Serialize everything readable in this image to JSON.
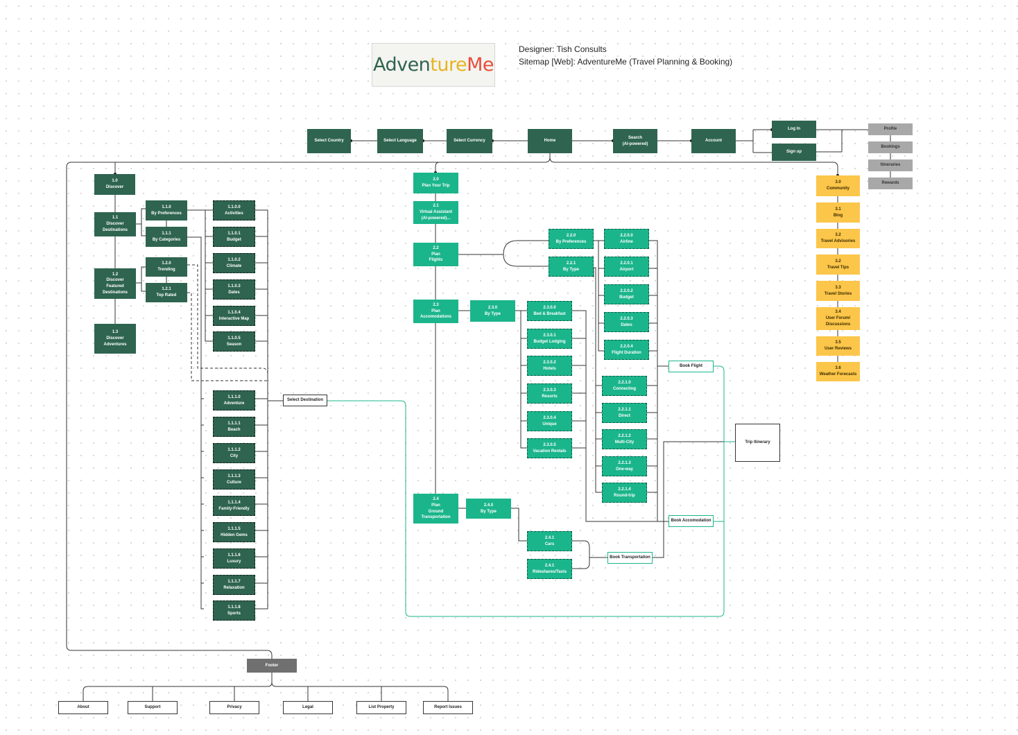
{
  "header": {
    "logo": {
      "part1": "Adven",
      "part2": "ture",
      "part3": "Me"
    },
    "designer": "Designer: Tish Consults",
    "sitemap": "Sitemap [Web]: AdventureMe (Travel Planning & Booking)"
  },
  "colors": {
    "dark_green": "#2e6450",
    "teal": "#1bb58b",
    "yellow": "#fcc64a",
    "gray": "#a8a8a8",
    "footer_gray": "#707070"
  },
  "nodes": {
    "select_country": [
      "Select Country"
    ],
    "select_language": [
      "Select Language"
    ],
    "select_currency": [
      "Select Currency"
    ],
    "home": [
      "Home"
    ],
    "search": [
      "Search",
      "(AI-powered)"
    ],
    "account": [
      "Account"
    ],
    "log_in": [
      "Log In"
    ],
    "sign_up": [
      "Sign up"
    ],
    "profile": [
      "Profile"
    ],
    "bookings": [
      "Bookings"
    ],
    "itineraries": [
      "Itineraries"
    ],
    "rewards": [
      "Rewards"
    ],
    "n1_0": [
      "1.0",
      "Discover"
    ],
    "n1_1": [
      "1.1",
      "Discover",
      "Destinations"
    ],
    "n1_2": [
      "1.2",
      "Discover",
      "Featured",
      "Destinations"
    ],
    "n1_3": [
      "1.3",
      "Discover",
      "Adventures"
    ],
    "n1_1_0": [
      "1.1.0",
      "By Preferences"
    ],
    "n1_1_1": [
      "1.1.1",
      "By Categories"
    ],
    "n1_2_0": [
      "1.2.0",
      "Trending"
    ],
    "n1_2_1": [
      "1.2.1",
      "Top Rated"
    ],
    "n1_1_0_0": [
      "1.1.0.0",
      "Activities"
    ],
    "n1_1_0_1": [
      "1.1.0.1",
      "Budget"
    ],
    "n1_1_0_2": [
      "1.1.0.2",
      "Climate"
    ],
    "n1_1_0_3": [
      "1.1.0.3",
      "Dates"
    ],
    "n1_1_0_4": [
      "1.1.0.4",
      "Interactive Map"
    ],
    "n1_1_0_5": [
      "1.1.0.5",
      "Season"
    ],
    "n1_1_1_0": [
      "1.1.1.0",
      "Adventure"
    ],
    "n1_1_1_1": [
      "1.1.1.1",
      "Beach"
    ],
    "n1_1_1_2": [
      "1.1.1.2",
      "City"
    ],
    "n1_1_1_3": [
      "1.1.1.3",
      "Culture"
    ],
    "n1_1_1_4": [
      "1.1.1.4",
      "Family-Friendly"
    ],
    "n1_1_1_5": [
      "1.1.1.5",
      "Hidden Gems"
    ],
    "n1_1_1_6": [
      "1.1.1.6",
      "Luxury"
    ],
    "n1_1_1_7": [
      "1.1.1.7",
      "Relaxation"
    ],
    "n1_1_1_8": [
      "1.1.1.8",
      "Sports"
    ],
    "select_destination": [
      "Select  Destination"
    ],
    "n2_0": [
      "2.0",
      "Plan Your Trip"
    ],
    "n2_1": [
      "2.1",
      "Virtual Assistant",
      "(AI-powered)..."
    ],
    "n2_2": [
      "2.2",
      "Plan",
      "Flights"
    ],
    "n2_3": [
      "2.3",
      "Plan",
      "Accomodations"
    ],
    "n2_4": [
      "2.4",
      "Plan",
      "Ground",
      "Transportation"
    ],
    "n2_2_0": [
      "2.2.0",
      "By Preferences"
    ],
    "n2_2_1": [
      "2.2.1",
      "By Type"
    ],
    "n2_2_0_0": [
      "2.2.0.0",
      "Airline"
    ],
    "n2_2_0_1": [
      "2.2.0.1",
      "Airport"
    ],
    "n2_2_0_2": [
      "2.2.0.2",
      "Budget"
    ],
    "n2_2_0_3": [
      "2.2.0.3",
      "Dates"
    ],
    "n2_2_0_4": [
      "2.2.0.4",
      "Flight Duration"
    ],
    "n2_2_1_0": [
      "2.2.1.0",
      "Connecting"
    ],
    "n2_2_1_1": [
      "2.2.1.1",
      "Direct"
    ],
    "n2_2_1_2": [
      "2.2.1.2",
      "Multi-City"
    ],
    "n2_2_1_3": [
      "2.2.1.3",
      "One-way"
    ],
    "n2_2_1_4": [
      "2.2.1.4",
      "Round-trip"
    ],
    "n2_3_0": [
      "2.3.0",
      "By Type"
    ],
    "n2_3_0_0": [
      "2.3.0.0",
      "Bed & Breakfast"
    ],
    "n2_3_0_1": [
      "2.3.0.1",
      "Budget Lodging"
    ],
    "n2_3_0_2": [
      "2.3.0.2",
      "Hotels"
    ],
    "n2_3_0_3": [
      "2.3.0.3",
      "Resorts"
    ],
    "n2_3_0_4": [
      "2.3.0.4",
      "Unique"
    ],
    "n2_3_0_5": [
      "2.3.0.5",
      "Vacation Rentals"
    ],
    "n2_4_0": [
      "2.4.0",
      "By Type"
    ],
    "n2_4_1a": [
      "2.4.1",
      "Cars"
    ],
    "n2_4_1b": [
      "2.4.1",
      "Rideshares/Taxis"
    ],
    "book_flight": [
      "Book  Flight"
    ],
    "book_accomodation": [
      "Book Accomodation"
    ],
    "book_transportation": [
      "Book Transportation"
    ],
    "trip_itinerary": [
      "Trip Itinerary"
    ],
    "n3_0": [
      "3.0",
      "Community"
    ],
    "n3_1": [
      "3.1",
      "Blog"
    ],
    "n3_2": [
      "3.2",
      "Travel Advisories"
    ],
    "n3_3": [
      "3.2",
      "Travel Tips"
    ],
    "n3_4": [
      "3.3",
      "Travel Stories"
    ],
    "n3_5": [
      "3.4",
      "User Forum/",
      "Discussions"
    ],
    "n3_6": [
      "3.5",
      "User Reviews"
    ],
    "n3_7": [
      "3.6",
      "Weather Forecasts"
    ],
    "footer": [
      "Footer"
    ],
    "about": [
      "About"
    ],
    "support": [
      "Support"
    ],
    "privacy": [
      "Privacy"
    ],
    "legal": [
      "Legal"
    ],
    "list_property": [
      "List Property"
    ],
    "report_issues": [
      "Report Issues"
    ]
  }
}
